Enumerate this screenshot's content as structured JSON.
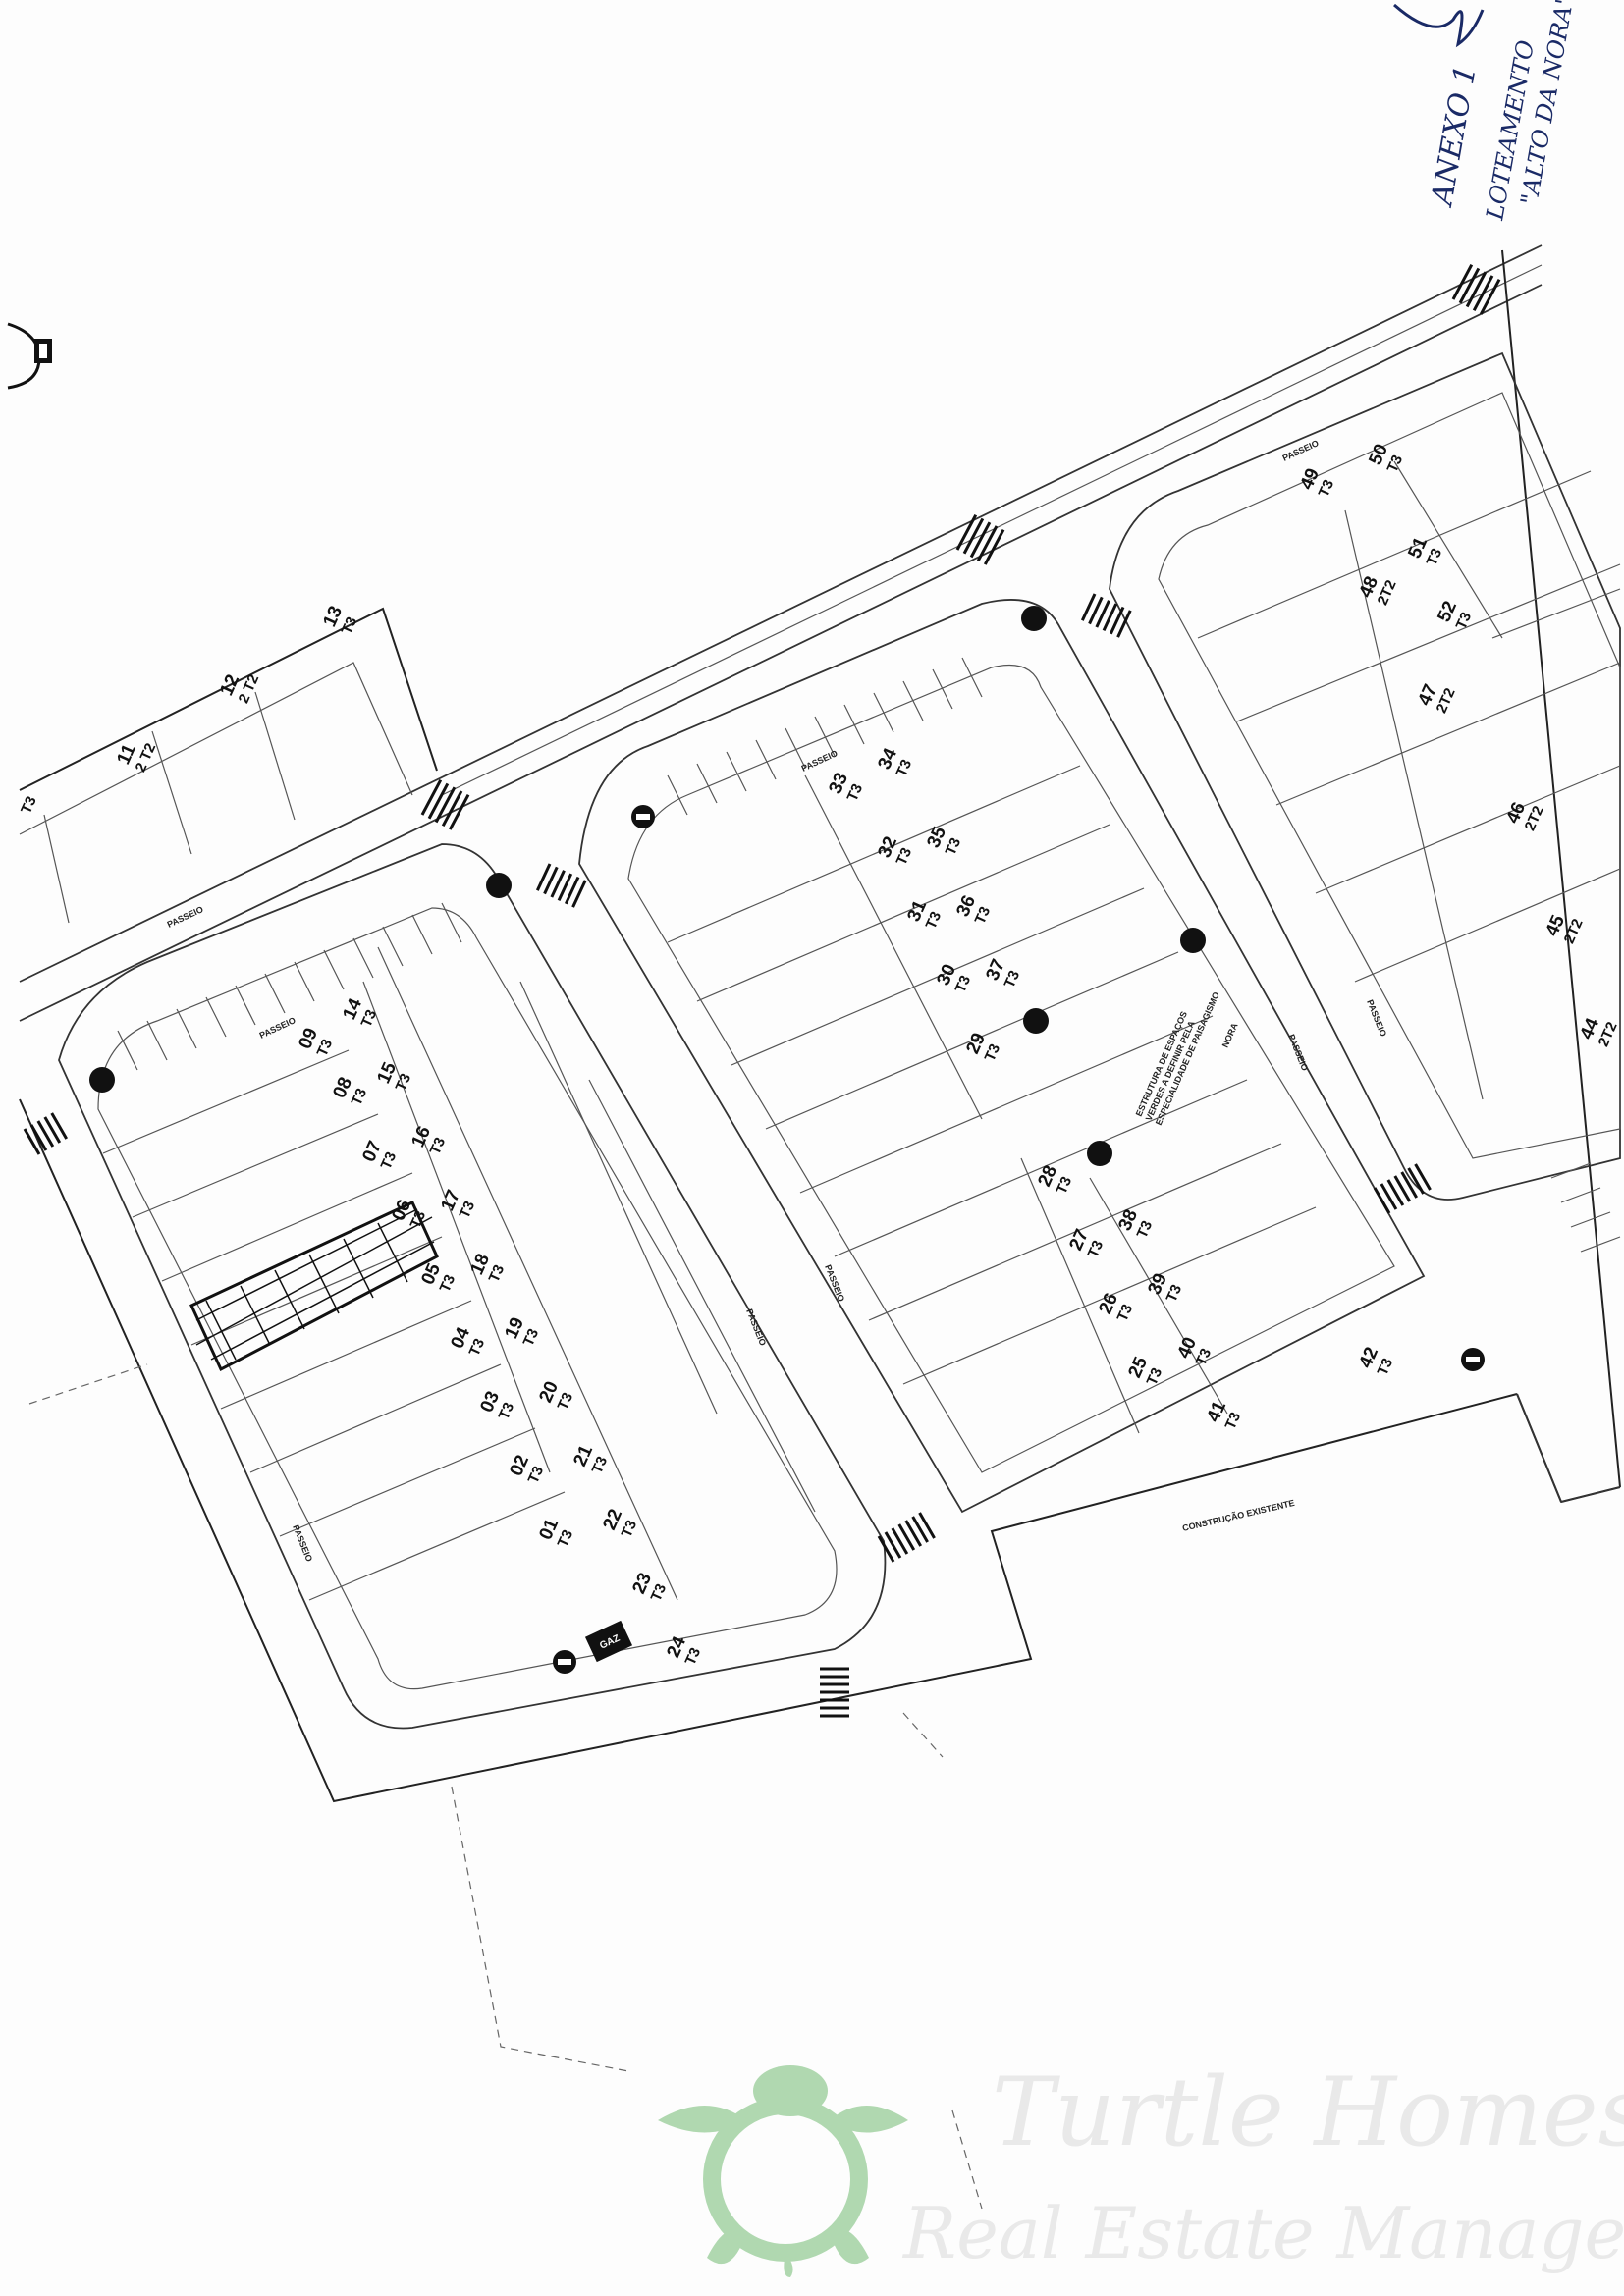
{
  "annotation": {
    "line1": "ANEXO 1",
    "line2": "LOTEAMENTO",
    "line3": "\"ALTO DA NORA\""
  },
  "labels": {
    "passeio": "PASSEIO",
    "construcao": "CONSTRUÇÃO EXISTENTE",
    "gaz": "GAZ",
    "green_space": [
      "ESTRUTURA DE ESPAÇOS",
      "VERDES A DEFINIR PELA",
      "ESPECIALIDADE DE PAISAGISMO"
    ],
    "nora": "NORA"
  },
  "lots": [
    {
      "n": "01",
      "t": "T3"
    },
    {
      "n": "02",
      "t": "T3"
    },
    {
      "n": "03",
      "t": "T3"
    },
    {
      "n": "04",
      "t": "T3"
    },
    {
      "n": "05",
      "t": "T3"
    },
    {
      "n": "06",
      "t": "T3"
    },
    {
      "n": "07",
      "t": "T3"
    },
    {
      "n": "08",
      "t": "T3"
    },
    {
      "n": "09",
      "t": "T3"
    },
    {
      "n": "11",
      "t": "2 T2"
    },
    {
      "n": "12",
      "t": "2 T2"
    },
    {
      "n": "13",
      "t": "T3"
    },
    {
      "n": "14",
      "t": "T3"
    },
    {
      "n": "15",
      "t": "T3"
    },
    {
      "n": "16",
      "t": "T3"
    },
    {
      "n": "17",
      "t": "T3"
    },
    {
      "n": "18",
      "t": "T3"
    },
    {
      "n": "19",
      "t": "T3"
    },
    {
      "n": "20",
      "t": "T3"
    },
    {
      "n": "21",
      "t": "T3"
    },
    {
      "n": "22",
      "t": "T3"
    },
    {
      "n": "23",
      "t": "T3"
    },
    {
      "n": "24",
      "t": "T3"
    },
    {
      "n": "25",
      "t": "T3"
    },
    {
      "n": "26",
      "t": "T3"
    },
    {
      "n": "27",
      "t": "T3"
    },
    {
      "n": "28",
      "t": "T3"
    },
    {
      "n": "29",
      "t": "T3"
    },
    {
      "n": "30",
      "t": "T3"
    },
    {
      "n": "31",
      "t": "T3"
    },
    {
      "n": "32",
      "t": "T3"
    },
    {
      "n": "33",
      "t": "T3"
    },
    {
      "n": "34",
      "t": "T3"
    },
    {
      "n": "35",
      "t": "T3"
    },
    {
      "n": "36",
      "t": "T3"
    },
    {
      "n": "37",
      "t": "T3"
    },
    {
      "n": "38",
      "t": "T3"
    },
    {
      "n": "39",
      "t": "T3"
    },
    {
      "n": "40",
      "t": "T3"
    },
    {
      "n": "41",
      "t": "T3"
    },
    {
      "n": "42",
      "t": "T3"
    },
    {
      "n": "44",
      "t": "2T2"
    },
    {
      "n": "45",
      "t": "2T2"
    },
    {
      "n": "46",
      "t": "2T2"
    },
    {
      "n": "47",
      "t": "2T2"
    },
    {
      "n": "48",
      "t": "2T2"
    },
    {
      "n": "49",
      "t": "T3"
    },
    {
      "n": "50",
      "t": "T3"
    },
    {
      "n": "51",
      "t": "T3"
    },
    {
      "n": "52",
      "t": "T3"
    },
    {
      "n": "",
      "t": "T3"
    }
  ],
  "watermark": {
    "brand": "Turtle Homes",
    "tagline": "Real Estate Management",
    "brand_color": "#a8d5a8"
  },
  "colors": {
    "ink": "#222222",
    "annotation_ink": "#1a2a66"
  }
}
